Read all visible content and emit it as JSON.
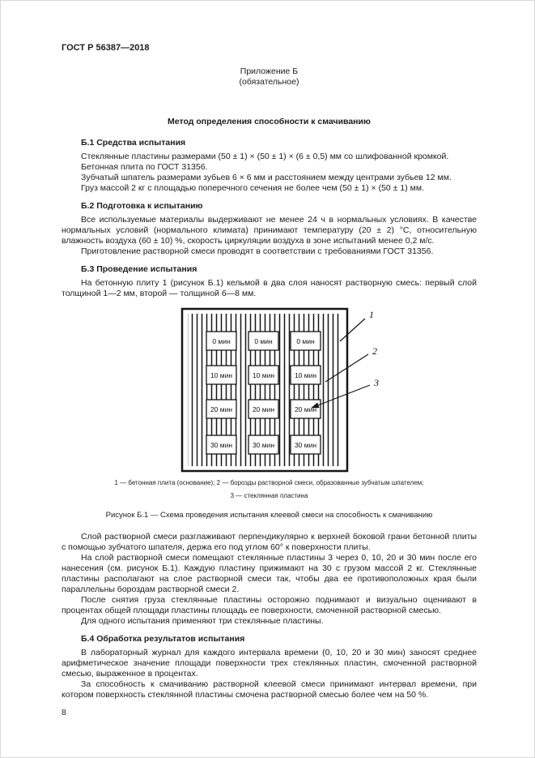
{
  "doc": {
    "number": "ГОСТ Р 56387—2018",
    "page_number": "8",
    "appendix_label": "Приложение Б",
    "appendix_type": "(обязательное)",
    "title": "Метод определения способности к смачиванию"
  },
  "sections": {
    "b1": {
      "heading": "Б.1 Средства испытания",
      "paragraphs": [
        "Стеклянные пластины размерами (50 ± 1) × (50 ± 1) × (6 ± 0,5) мм со шлифованной кромкой.",
        "Бетонная плита по ГОСТ 31356.",
        "Зубчатый шпатель размерами зубьев 6 × 6 мм и расстоянием между центрами зубьев 12 мм.",
        "Груз массой 2 кг с площадью поперечного сечения не более чем (50 ± 1) × (50 ± 1) мм."
      ]
    },
    "b2": {
      "heading": "Б.2 Подготовка к испытанию",
      "paragraphs": [
        "Все используемые материалы выдерживают не менее 24 ч в нормальных условиях. В качестве нормальных условий (нормального климата) принимают температуру (20 ± 2) °С, относительную влажность воздуха (60 ± 10) %, скорость циркуляции воздуха в зоне испытаний менее 0,2 м/с.",
        "Приготовление растворной смеси проводят в соответствии с требованиями ГОСТ 31356."
      ]
    },
    "b3": {
      "heading": "Б.3 Проведение испытания",
      "intro": "На бетонную плиту 1 (рисунок Б.1) кельмой в два слоя наносят растворную смесь: первый слой толщиной 1—2 мм, второй — толщиной 6—8 мм.",
      "paragraphs_after_figure": [
        "Слой растворной смеси разглаживают перпендикулярно к верхней боковой грани бетонной плиты с помощью зубчатого шпателя, держа его под углом 60° к поверхности плиты.",
        "На слой растворной смеси помещают стеклянные пластины 3 через 0, 10, 20 и 30 мин после его нанесения (см. рисунок Б.1). Каждую пластину прижимают на 30 с грузом массой 2 кг. Стеклянные пластины располагают на слое растворной смеси так, чтобы два ее противоположных края были параллельны бороздам растворной смеси 2.",
        "После снятия груза стеклянные пластины осторожно поднимают и визуально оценивают в процентах общей площади пластины площадь ее поверхности, смоченной растворной смесью.",
        "Для одного испытания применяют три стеклянные пластины."
      ]
    },
    "b4": {
      "heading": "Б.4 Обработка результатов испытания",
      "paragraphs": [
        "В лабораторный журнал для каждого интервала времени (0, 10, 20 и 30 мин) заносят среднее арифметическое значение площади поверхности трех стеклянных пластин, смоченной растворной смесью, выраженное в процентах.",
        "За способность к смачиванию растворной клеевой смеси принимают интервал времени, при котором поверхность стеклянной пластины смочена растворной смесью более чем на 50 %."
      ]
    }
  },
  "figure": {
    "plate_labels": [
      "0 мин",
      "10 мин",
      "20 мин",
      "30 мин"
    ],
    "callouts": [
      "1",
      "2",
      "3"
    ],
    "caption_line1": "1 — бетонная плита (основание); 2 — борозды растворной смеси, образованные зубчатым шпателем;",
    "caption_line2": "3 — стеклянная пластина",
    "title": "Рисунок Б.1 — Схема проведения испытания клеевой смеси на способность к смачиванию"
  }
}
